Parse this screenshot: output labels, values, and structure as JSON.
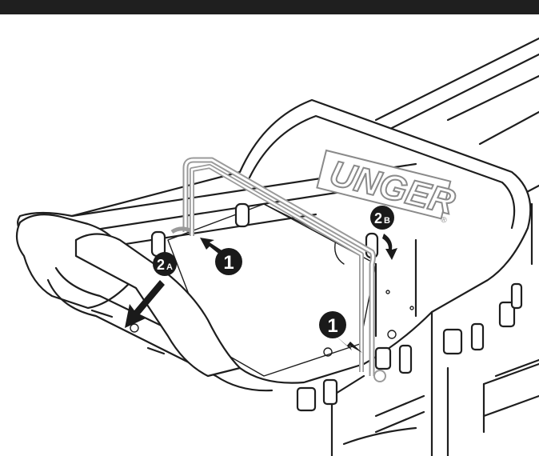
{
  "colors": {
    "topbar": "#1f1f1f",
    "line": "#1e1e1e",
    "badge": "#1a1a1a",
    "handle": "#9a9a9a",
    "brand_outline": "#8a8a8a"
  },
  "brand": {
    "text": "UNGER",
    "mark": "®"
  },
  "callouts": {
    "step1_upper": {
      "number": "1",
      "arrow": "arrow-icon"
    },
    "step1_lower": {
      "number": "1",
      "arrow": "arrow-icon"
    },
    "step2a": {
      "number": "2",
      "suffix": "A",
      "arrow": "arrow-icon"
    },
    "step2b": {
      "number": "2",
      "suffix": "B",
      "arrow": "arrow-icon"
    }
  }
}
